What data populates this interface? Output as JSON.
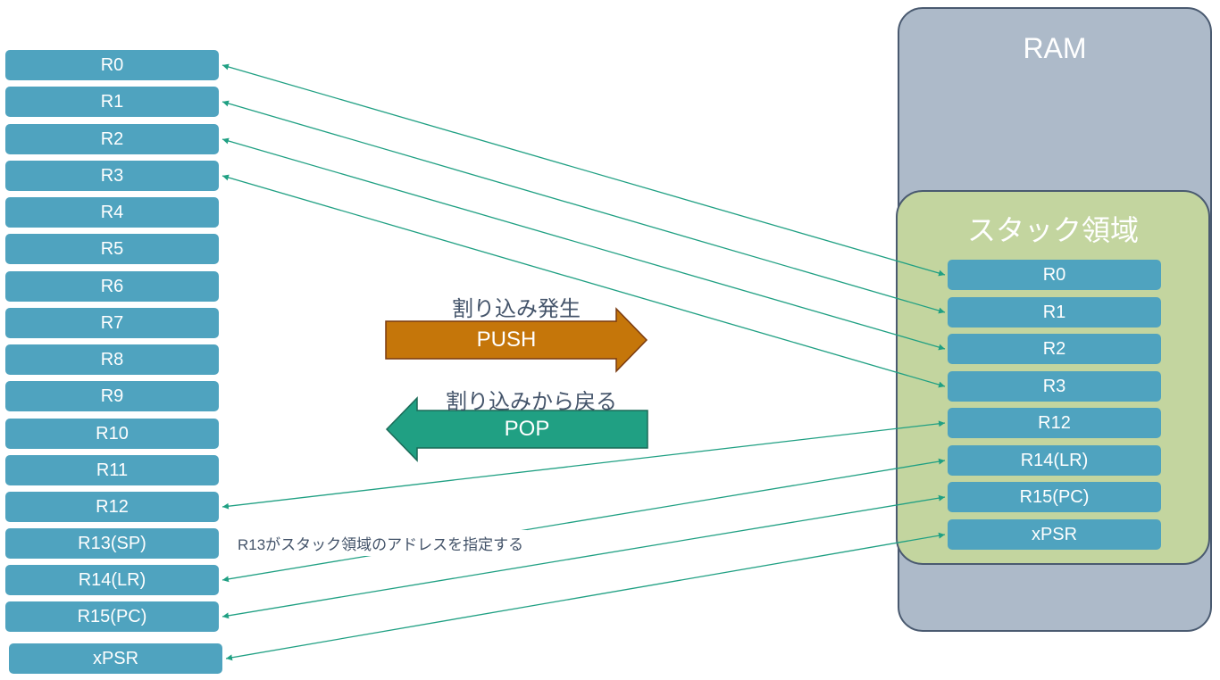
{
  "cpu_registers": [
    "R0",
    "R1",
    "R2",
    "R3",
    "R4",
    "R5",
    "R6",
    "R7",
    "R8",
    "R9",
    "R10",
    "R11",
    "R12",
    "R13(SP)",
    "R14(LR)",
    "R15(PC)",
    "xPSR"
  ],
  "ram": {
    "title": "RAM",
    "stack": {
      "title": "スタック領域",
      "registers": [
        "R0",
        "R1",
        "R2",
        "R3",
        "R12",
        "R14(LR)",
        "R15(PC)",
        "xPSR"
      ]
    }
  },
  "push_arrow": {
    "caption": "割り込み発生",
    "label": "PUSH",
    "color": "#c5760a"
  },
  "pop_arrow": {
    "caption": "割り込みから戻る",
    "label": "POP",
    "color": "#20a083"
  },
  "note": "R13がスタック領域のアドレスを指定する",
  "links": [
    {
      "from": "R0",
      "to": "R0"
    },
    {
      "from": "R1",
      "to": "R1"
    },
    {
      "from": "R2",
      "to": "R2"
    },
    {
      "from": "R3",
      "to": "R3"
    },
    {
      "from": "R12",
      "to": "R12"
    },
    {
      "from": "R14(LR)",
      "to": "R14(LR)"
    },
    {
      "from": "R15(PC)",
      "to": "R15(PC)"
    },
    {
      "from": "xPSR",
      "to": "xPSR"
    }
  ],
  "colors": {
    "register": "#4fa3bf",
    "ram": "#adbac9",
    "stack": "#c3d59f",
    "link": "#20a083",
    "text_dark": "#44546a"
  }
}
